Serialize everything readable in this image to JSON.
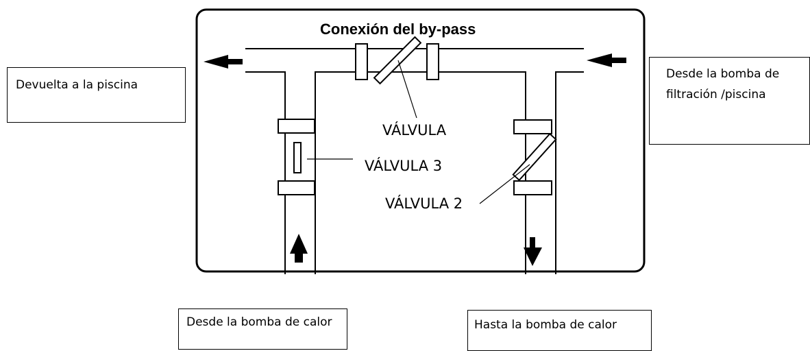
{
  "title": "Conexión del by-pass",
  "labels": {
    "valve_main": "VÁLVULA",
    "valve_3": "VÁLVULA 3",
    "valve_2": "VÁLVULA 2"
  },
  "boxes": {
    "return_pool": "Devuelta  a la piscina",
    "from_filter_pump_line1": "Desde la bomba de",
    "from_filter_pump_line2": "filtración  /piscina",
    "from_heat_pump": "Desde la bomba de calor",
    "to_heat_pump": "Hasta la bomba de calor"
  }
}
